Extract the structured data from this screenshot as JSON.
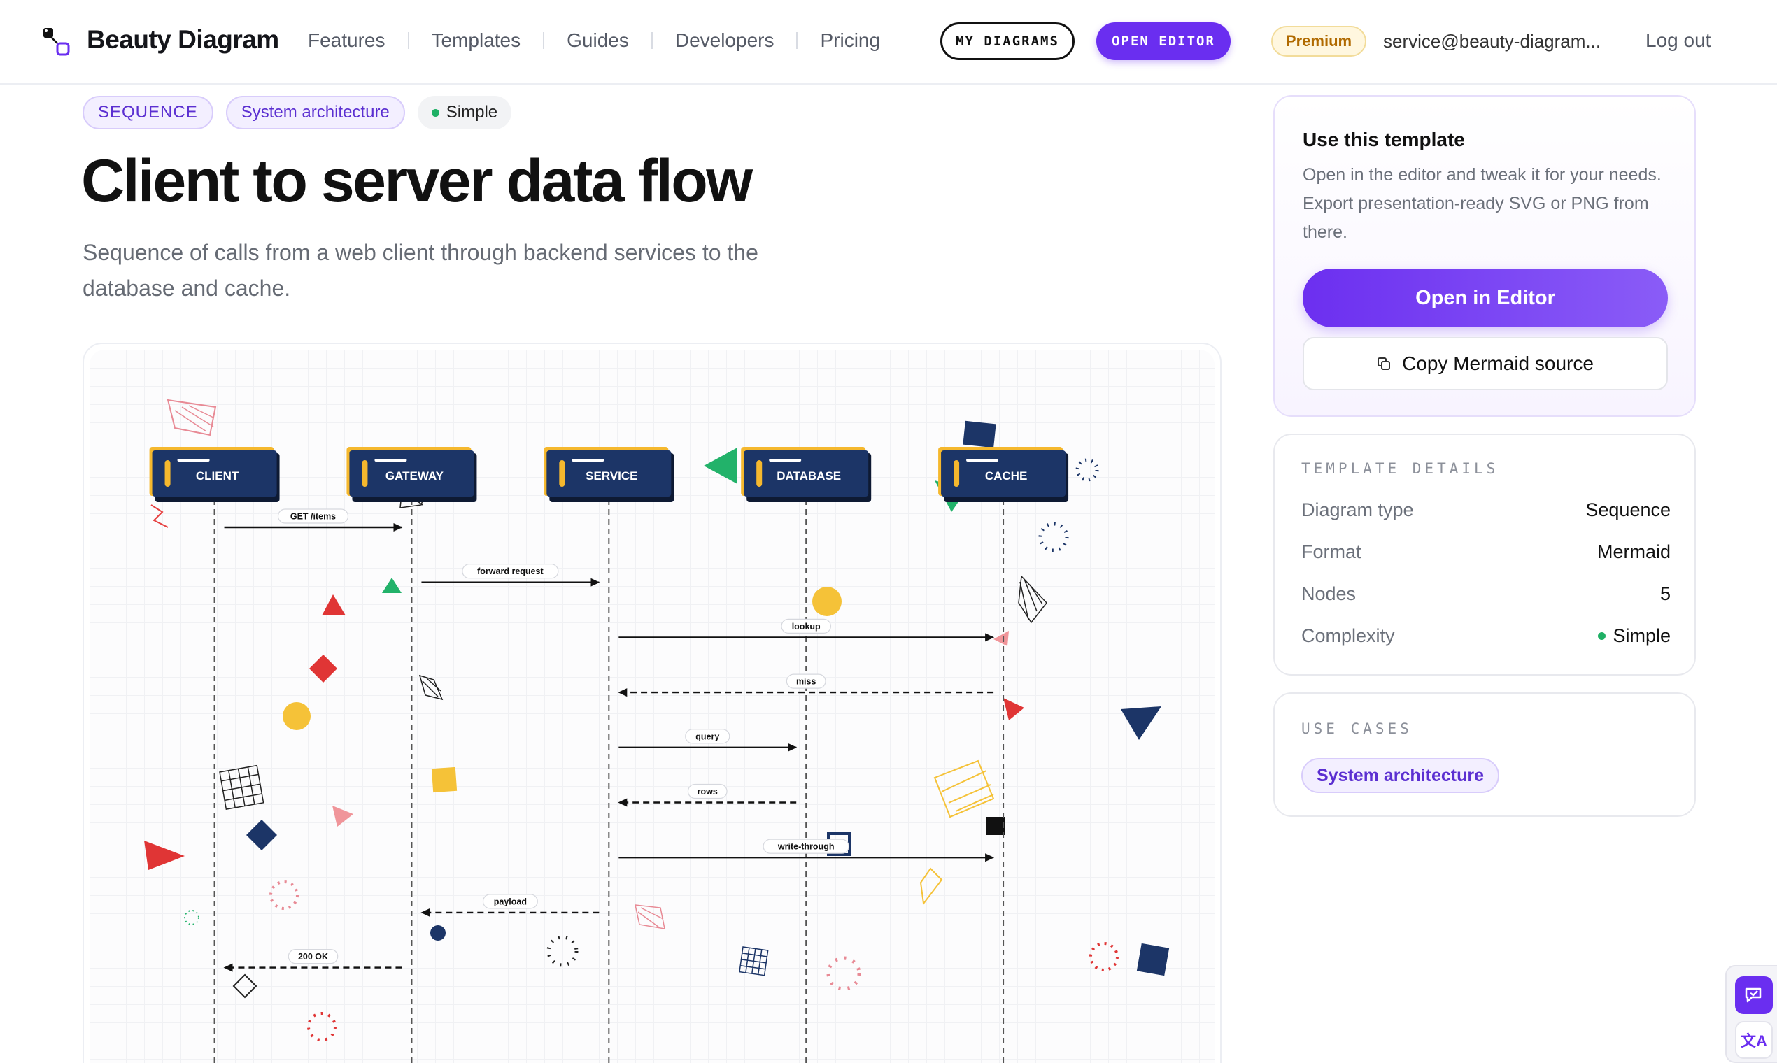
{
  "header": {
    "brand": "Beauty Diagram",
    "nav": [
      "Features",
      "Templates",
      "Guides",
      "Developers",
      "Pricing"
    ],
    "my_diagrams": "MY DIAGRAMS",
    "open_editor": "OPEN EDITOR",
    "premium": "Premium",
    "email": "service@beauty-diagram...",
    "logout": "Log out"
  },
  "tags": {
    "type": "SEQUENCE",
    "use_case": "System architecture",
    "complexity": "Simple"
  },
  "page": {
    "title": "Client to server data flow",
    "subtitle": "Sequence of calls from a web client through backend services to the database and cache."
  },
  "diagram": {
    "participants": [
      "CLIENT",
      "GATEWAY",
      "SERVICE",
      "DATABASE",
      "CACHE"
    ],
    "messages": [
      {
        "from": 0,
        "to": 1,
        "label": "GET /items",
        "style": "solid"
      },
      {
        "from": 1,
        "to": 2,
        "label": "forward request",
        "style": "solid"
      },
      {
        "from": 2,
        "to": 4,
        "label": "lookup",
        "style": "solid"
      },
      {
        "from": 4,
        "to": 2,
        "label": "miss",
        "style": "dashed"
      },
      {
        "from": 2,
        "to": 3,
        "label": "query",
        "style": "solid"
      },
      {
        "from": 3,
        "to": 2,
        "label": "rows",
        "style": "dashed"
      },
      {
        "from": 2,
        "to": 4,
        "label": "write-through",
        "style": "solid"
      },
      {
        "from": 2,
        "to": 1,
        "label": "payload",
        "style": "dashed"
      },
      {
        "from": 1,
        "to": 0,
        "label": "200 OK",
        "style": "dashed"
      }
    ],
    "colors": {
      "box": "#1c3567",
      "accent": "#f5b82e",
      "line": "#111111"
    }
  },
  "use_template": {
    "title": "Use this template",
    "description": "Open in the editor and tweak it for your needs. Export presentation-ready SVG or PNG from there.",
    "open_button": "Open in Editor",
    "copy_button": "Copy Mermaid source"
  },
  "details": {
    "label": "TEMPLATE DETAILS",
    "rows": [
      {
        "key": "Diagram type",
        "value": "Sequence"
      },
      {
        "key": "Format",
        "value": "Mermaid"
      },
      {
        "key": "Nodes",
        "value": "5"
      },
      {
        "key": "Complexity",
        "value": "Simple"
      }
    ]
  },
  "use_cases": {
    "label": "USE CASES",
    "items": [
      "System architecture"
    ]
  },
  "dock": {
    "translate_label": "文A"
  },
  "colors": {
    "accent": "#6a2ef0",
    "premium_text": "#b06a00",
    "success": "#1fb065"
  }
}
